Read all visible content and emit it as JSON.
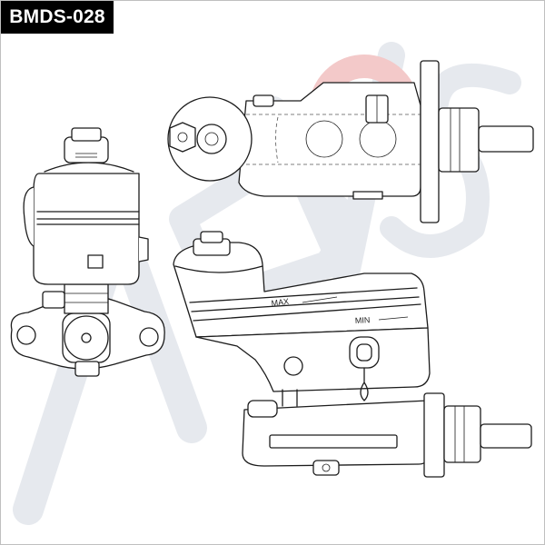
{
  "part_number": "BMDS-028",
  "embossed_marks": {
    "max": "MAX",
    "min": "MIN"
  },
  "watermark": {
    "text": "ABVCS",
    "color": "#e6e9ee",
    "accent": "#f3c9c9"
  }
}
